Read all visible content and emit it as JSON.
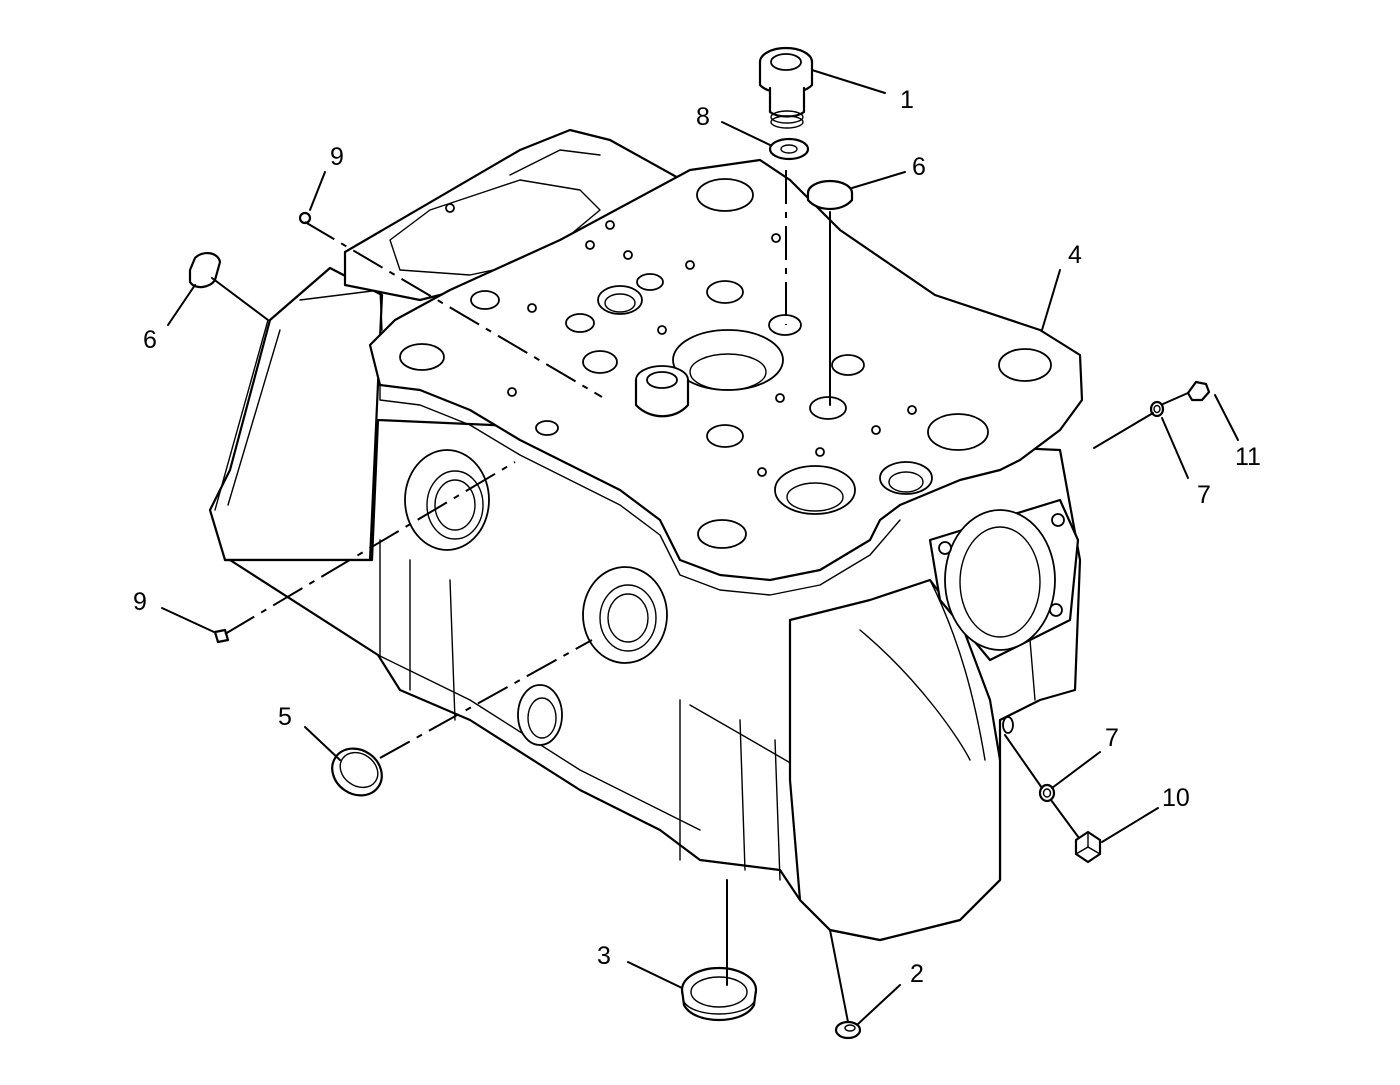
{
  "callouts": [
    {
      "id": "c1",
      "label": "1"
    },
    {
      "id": "c8",
      "label": "8"
    },
    {
      "id": "c6a",
      "label": "6"
    },
    {
      "id": "c9a",
      "label": "9"
    },
    {
      "id": "c6b",
      "label": "6"
    },
    {
      "id": "c4",
      "label": "4"
    },
    {
      "id": "c11",
      "label": "11"
    },
    {
      "id": "c7a",
      "label": "7"
    },
    {
      "id": "c9b",
      "label": "9"
    },
    {
      "id": "c5",
      "label": "5"
    },
    {
      "id": "c7b",
      "label": "7"
    },
    {
      "id": "c10",
      "label": "10"
    },
    {
      "id": "c3",
      "label": "3"
    },
    {
      "id": "c2",
      "label": "2"
    }
  ],
  "colors": {
    "line": "#000000",
    "background": "#ffffff"
  }
}
